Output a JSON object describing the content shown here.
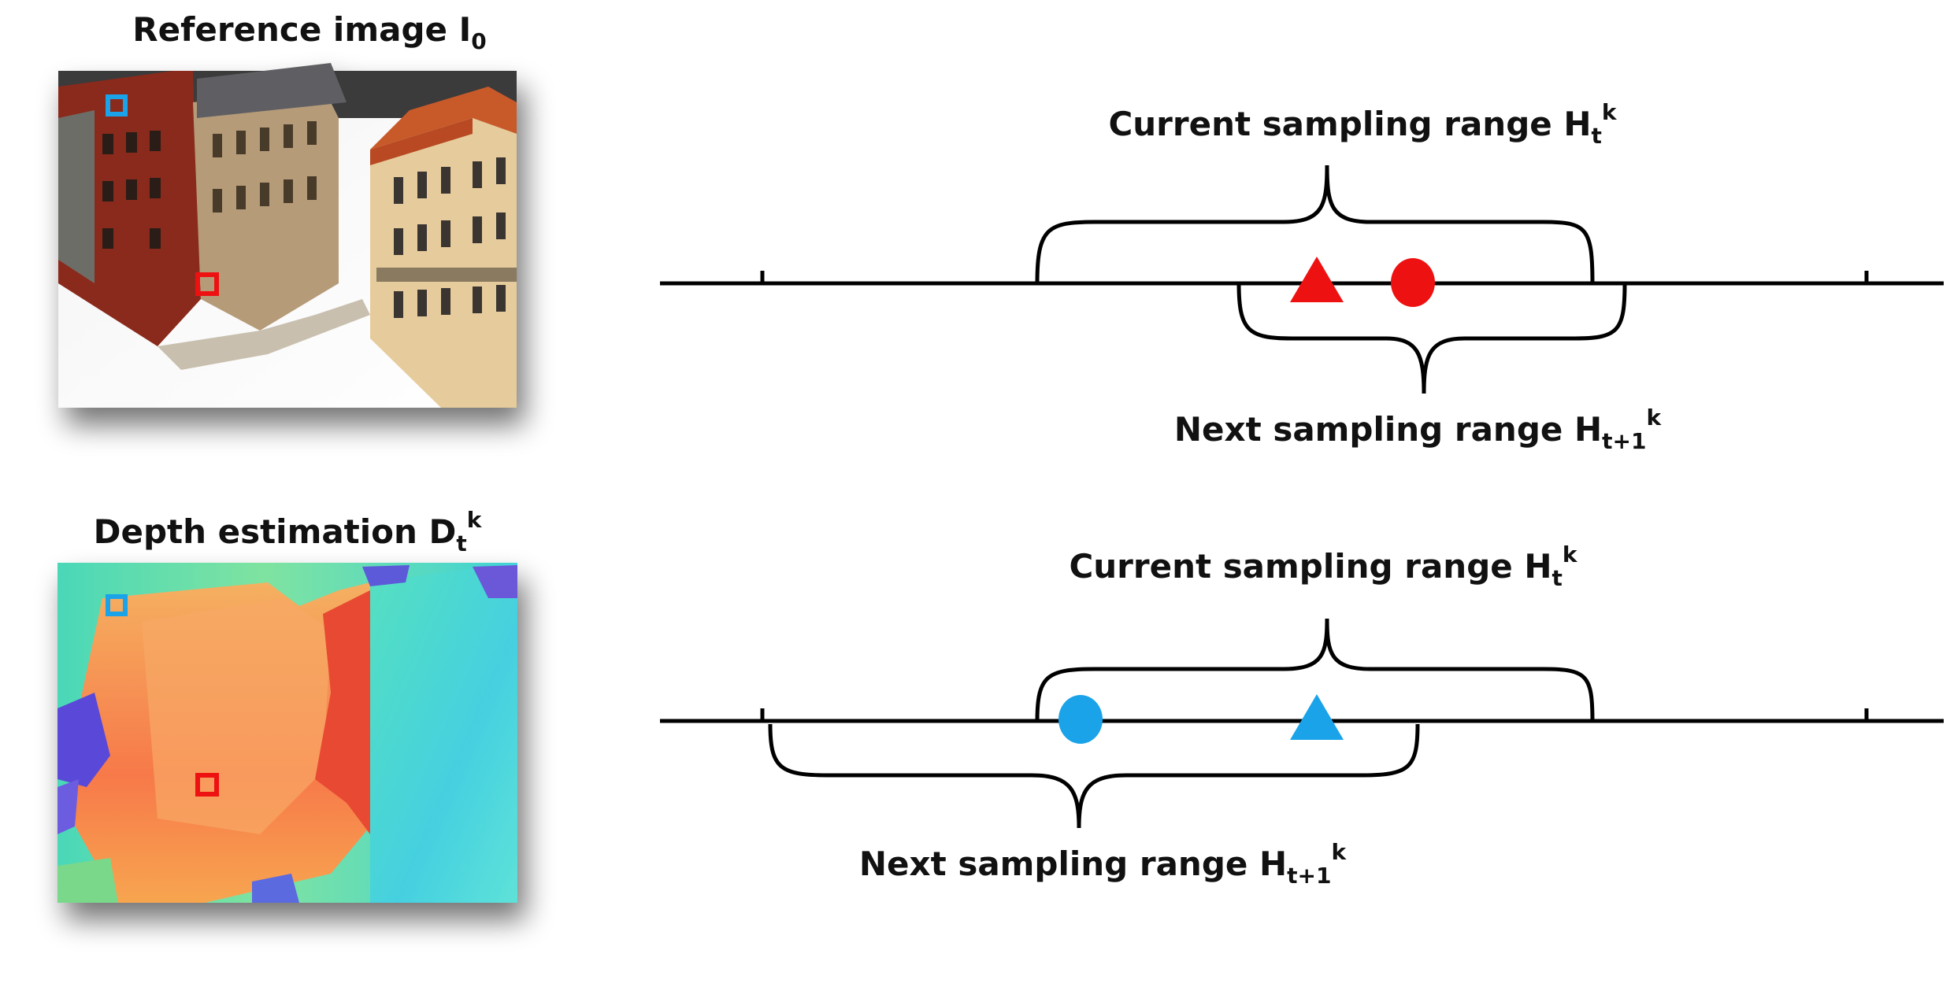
{
  "reference_panel": {
    "title": "Reference image I",
    "title_sub": "0"
  },
  "depth_panel": {
    "title": "Depth estimation D",
    "title_sub": "t",
    "title_sup": "k"
  },
  "top_diagram": {
    "current_label": "Current sampling range H",
    "current_sub": "t",
    "current_sup": "k",
    "next_label": "Next sampling range H",
    "next_sub": "t+1",
    "next_sup": "k",
    "marker_color": "#ee1111"
  },
  "bottom_diagram": {
    "current_label": "Current sampling range H",
    "current_sub": "t",
    "current_sup": "k",
    "next_label": "Next sampling range H",
    "next_sub": "t+1",
    "next_sup": "k",
    "marker_color": "#1aa3e8"
  },
  "colors": {
    "red_marker": "#ee1111",
    "blue_marker": "#1aa3e8",
    "axis": "#000000"
  }
}
